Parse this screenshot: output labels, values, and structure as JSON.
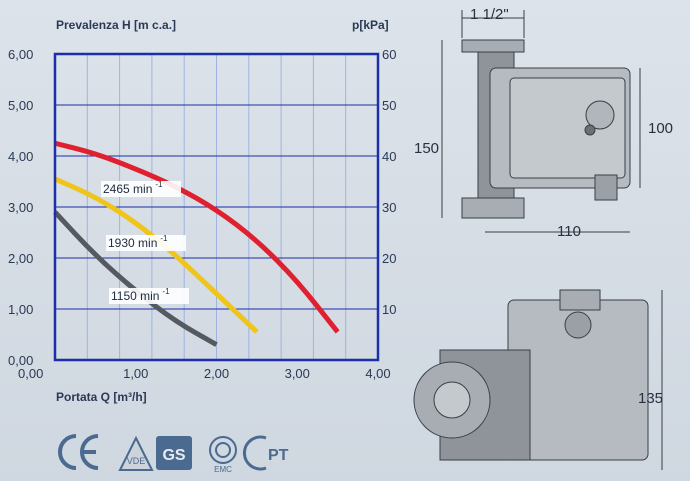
{
  "chart_data": {
    "type": "line",
    "ylabel": "Prevalenza H [m c.a.]",
    "y2label": "p[kPa]",
    "xlabel": "Portata Q [m³/h]",
    "xlim": [
      0,
      4
    ],
    "ylim": [
      0,
      6
    ],
    "y2lim": [
      0,
      60
    ],
    "x_ticks": [
      "0,00",
      "1,00",
      "2,00",
      "3,00",
      "4,00"
    ],
    "y_ticks": [
      "0,00",
      "1,00",
      "2,00",
      "3,00",
      "4,00",
      "5,00",
      "6,00"
    ],
    "y2_ticks": [
      "10",
      "20",
      "30",
      "40",
      "50",
      "60"
    ],
    "grid": "vertical every 0.4, horizontal every 1",
    "series": [
      {
        "name": "2465 min⁻¹",
        "color": "#e0202e",
        "x": [
          0,
          0.5,
          1,
          1.5,
          2,
          2.5,
          3,
          3.5
        ],
        "y": [
          4.25,
          4.05,
          3.75,
          3.4,
          2.95,
          2.35,
          1.55,
          0.55
        ]
      },
      {
        "name": "1930 min⁻¹",
        "color": "#f0c419",
        "x": [
          0,
          0.5,
          1,
          1.5,
          2,
          2.5
        ],
        "y": [
          3.55,
          3.2,
          2.7,
          2.05,
          1.3,
          0.55
        ]
      },
      {
        "name": "1150 min⁻¹",
        "color": "#555a60",
        "x": [
          0,
          0.5,
          1,
          1.5,
          2
        ],
        "y": [
          2.9,
          2.05,
          1.35,
          0.75,
          0.3
        ]
      }
    ],
    "curve_labels": [
      {
        "speed": "2465 min",
        "exp": "-1"
      },
      {
        "speed": "1930 min",
        "exp": "-1"
      },
      {
        "speed": "1150 min",
        "exp": "-1"
      }
    ]
  },
  "drawing": {
    "dim_pipe": "1 1/2\"",
    "dim_height": "150",
    "dim_width": "110",
    "dim_body": "100",
    "dim_side": "135"
  },
  "certifications": [
    {
      "icon": "ce-mark-icon",
      "label": "CE"
    },
    {
      "icon": "vde-icon",
      "label": "VDE"
    },
    {
      "icon": "gs-mark-icon",
      "label": "GS"
    },
    {
      "icon": "vde-emc-icon",
      "label": "VDE EMC"
    },
    {
      "icon": "pct-mark-icon",
      "label": "PCT"
    }
  ]
}
